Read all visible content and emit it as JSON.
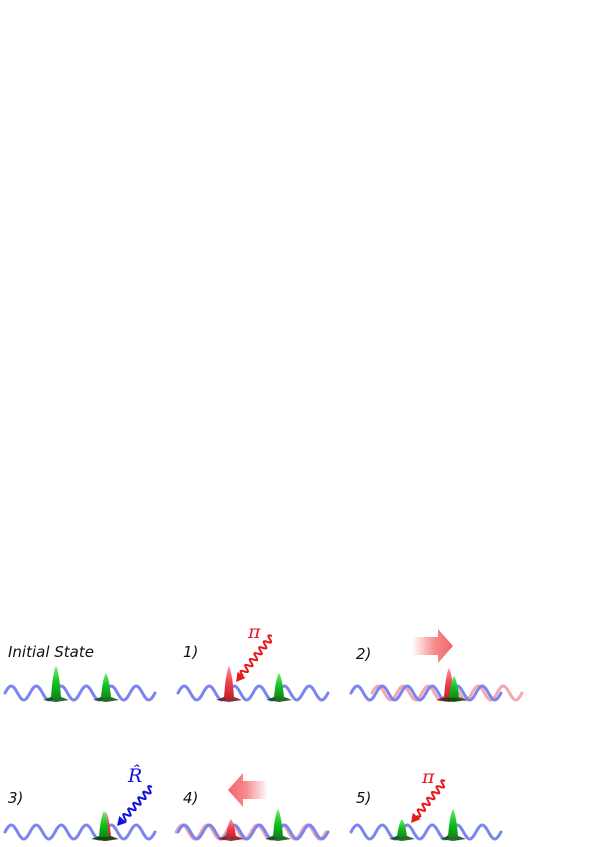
{
  "panels": [
    {
      "label": "Initial State"
    },
    {
      "label": "1)",
      "photon_symbol": "π"
    },
    {
      "label": "2)"
    },
    {
      "label": "3)",
      "photon_symbol": "R̂"
    },
    {
      "label": "4)"
    },
    {
      "label": "5)",
      "photon_symbol": "π"
    }
  ],
  "colors": {
    "lattice_blue": "#7b85ee",
    "lattice_pink": "#f4a7ae",
    "atom_green": "#12b81d",
    "atom_red": "#ee3d48",
    "pi_pulse": "#e41a1c",
    "r_pulse": "#1010dd",
    "shift_arrow": "#f26468"
  }
}
